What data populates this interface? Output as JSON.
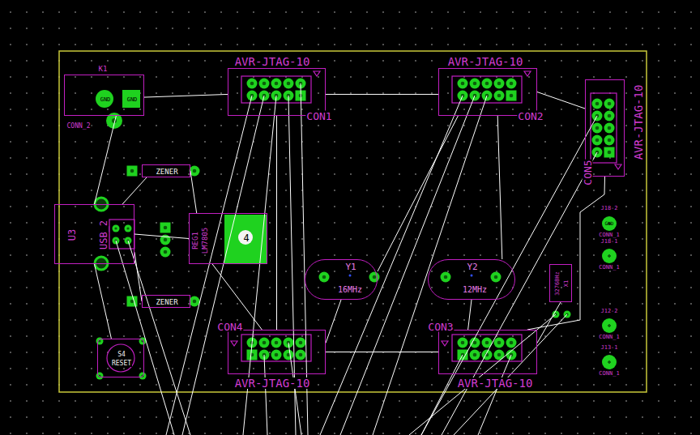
{
  "diagram": {
    "nodes": [
      {
        "text": [
          "K1",
          "GND",
          "GND",
          "CONN_2"
        ]
      },
      {
        "text": [
          "AVR-JTAG-10",
          "CON1"
        ]
      },
      {
        "text": [
          "AVR-JTAG-10",
          "CON2"
        ]
      },
      {
        "text": [
          "AVR-JTAG-10",
          "CON5"
        ]
      },
      {
        "text": [
          "ZENER"
        ]
      },
      {
        "text": [
          "U3",
          "USB_2"
        ]
      },
      {
        "text": [
          "REG1",
          "LM7805",
          "4"
        ]
      },
      {
        "text": [
          "J18-2",
          "GND",
          "CONN_1"
        ]
      },
      {
        "text": [
          "J18-1",
          "CONN_1"
        ]
      },
      {
        "text": [
          "Y1",
          "16MHz"
        ]
      },
      {
        "text": [
          "Y2",
          "12MHz"
        ]
      },
      {
        "text": [
          "32768Hz",
          "X1"
        ]
      },
      {
        "text": [
          "ZENER"
        ]
      },
      {
        "text": [
          "CON4",
          "AVR-JTAG-10"
        ]
      },
      {
        "text": [
          "CON3",
          "AVR-JTAG-10"
        ]
      },
      {
        "text": [
          "J12-2",
          "CONN_1"
        ]
      },
      {
        "text": [
          "S4",
          "RESET"
        ]
      },
      {
        "text": [
          "J13-1",
          "CONN_1"
        ]
      }
    ],
    "edges": [
      {
        "from": 0,
        "to": 1,
        "arrow": "none"
      },
      {
        "from": 1,
        "to": 2,
        "arrow": "none"
      },
      {
        "from": 2,
        "to": 3,
        "arrow": "none"
      },
      {
        "from": 0,
        "to": 5,
        "arrow": "none"
      },
      {
        "from": 5,
        "to": 4,
        "arrow": "none"
      },
      {
        "from": 5,
        "to": 6,
        "arrow": "none"
      },
      {
        "from": 5,
        "to": 12,
        "arrow": "none"
      },
      {
        "from": 6,
        "to": 4,
        "arrow": "none"
      },
      {
        "from": 5,
        "to": 16,
        "arrow": "none"
      },
      {
        "from": 6,
        "to": 13,
        "arrow": "none"
      },
      {
        "from": 1,
        "to": 13,
        "arrow": "none"
      },
      {
        "from": 13,
        "to": 14,
        "arrow": "none"
      },
      {
        "from": 2,
        "to": 9,
        "arrow": "none"
      },
      {
        "from": 2,
        "to": 10,
        "arrow": "none"
      },
      {
        "from": 11,
        "to": 14,
        "arrow": "none"
      },
      {
        "from": 3,
        "to": 14,
        "arrow": "none"
      },
      {
        "from": 10,
        "to": 14,
        "arrow": "none"
      },
      {
        "from": 9,
        "to": 13,
        "arrow": "none"
      }
    ]
  }
}
